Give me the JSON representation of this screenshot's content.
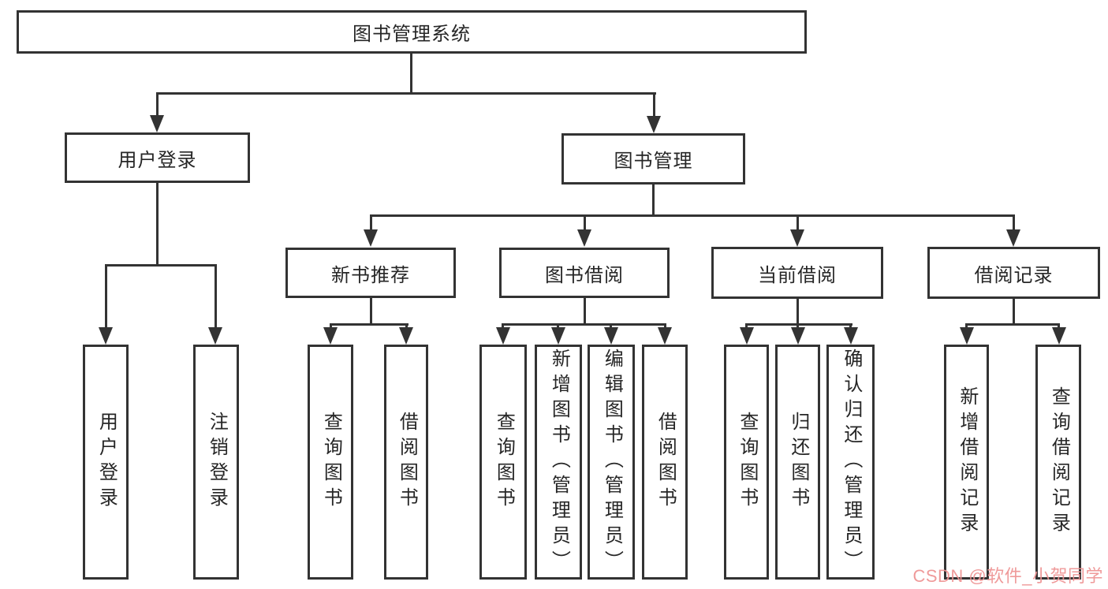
{
  "diagram": {
    "root": {
      "label": "图书管理系统"
    },
    "branches": [
      {
        "label": "用户登录",
        "children": [
          {
            "label": "用户登录"
          },
          {
            "label": "注销登录"
          }
        ]
      },
      {
        "label": "图书管理",
        "children": [
          {
            "label": "新书推荐",
            "children": [
              {
                "label": "查询图书"
              },
              {
                "label": "借阅图书"
              }
            ]
          },
          {
            "label": "图书借阅",
            "children": [
              {
                "label": "查询图书"
              },
              {
                "label": "新增图书（管理员）"
              },
              {
                "label": "编辑图书（管理员）"
              },
              {
                "label": "借阅图书"
              }
            ]
          },
          {
            "label": "当前借阅",
            "children": [
              {
                "label": "查询图书"
              },
              {
                "label": "归还图书"
              },
              {
                "label": "确认归还（管理员）"
              }
            ]
          },
          {
            "label": "借阅记录",
            "children": [
              {
                "label": "新增借阅记录"
              },
              {
                "label": "查询借阅记录"
              }
            ]
          }
        ]
      }
    ],
    "colors": {
      "line": "#333333",
      "box_border": "#333333",
      "text": "#262626",
      "background": "#ffffff",
      "watermark": "#ee9191"
    }
  },
  "watermark": {
    "text": "CSDN @软件_小贺同学"
  }
}
